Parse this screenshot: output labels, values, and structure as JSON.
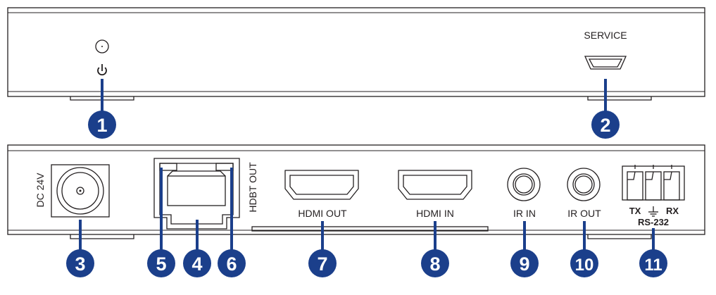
{
  "front_panel": {
    "service_label": "SERVICE"
  },
  "rear_panel": {
    "dc_label": "DC 24V",
    "hdbt_label": "HDBT OUT",
    "hdmi_out_label": "HDMI OUT",
    "hdmi_in_label": "HDMI IN",
    "ir_in_label": "IR IN",
    "ir_out_label": "IR OUT",
    "tx_label": "TX",
    "rx_label": "RX",
    "rs232_label": "RS-232"
  },
  "callouts": [
    "1",
    "2",
    "3",
    "4",
    "5",
    "6",
    "7",
    "8",
    "9",
    "10",
    "11"
  ],
  "colors": {
    "callout": "#1b3f8b",
    "outline": "#231f20"
  }
}
